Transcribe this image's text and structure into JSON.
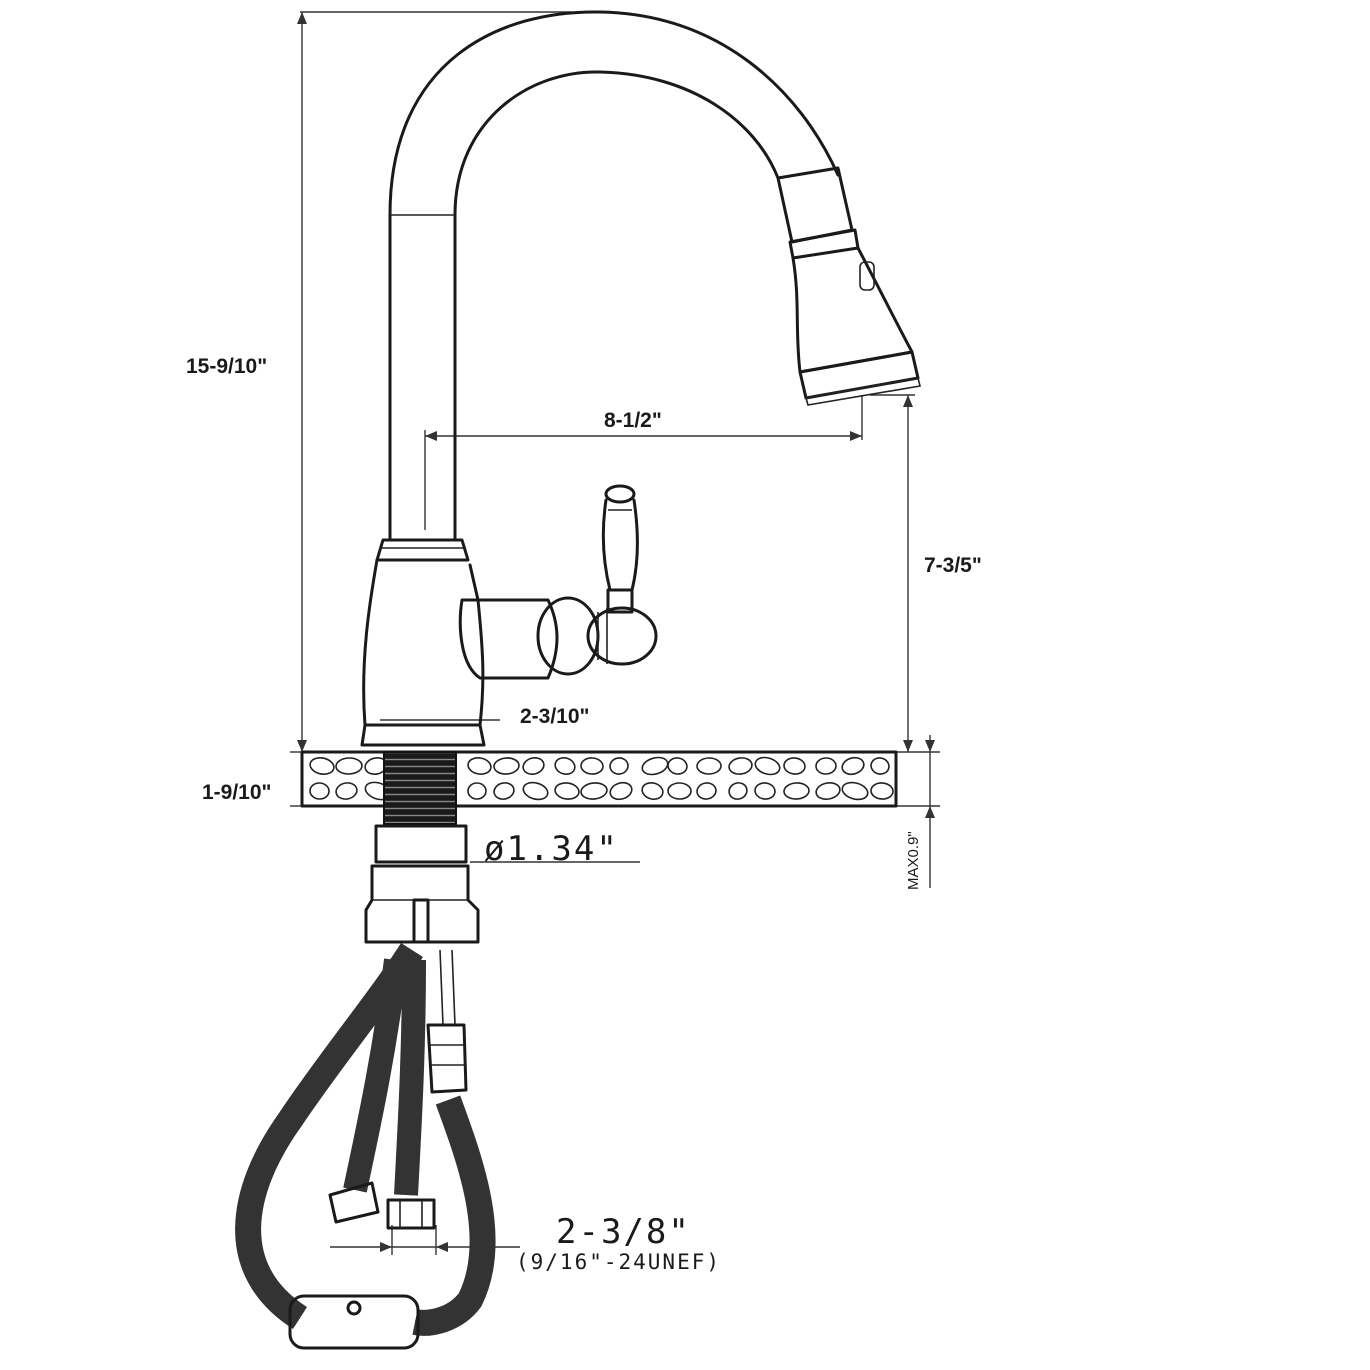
{
  "dimensions": {
    "total_height": "15-9/10\"",
    "spout_reach": "8-1/2\"",
    "spout_clearance": "7-3/5\"",
    "base_diameter": "2-3/10\"",
    "deck_thickness": "1-9/10\"",
    "hole_diameter": "ø1.34\"",
    "max_deck": "MAX0.9\"",
    "hose_spacing": "2-3/8\"",
    "thread_spec": "(9/16\"-24UNEF)"
  }
}
